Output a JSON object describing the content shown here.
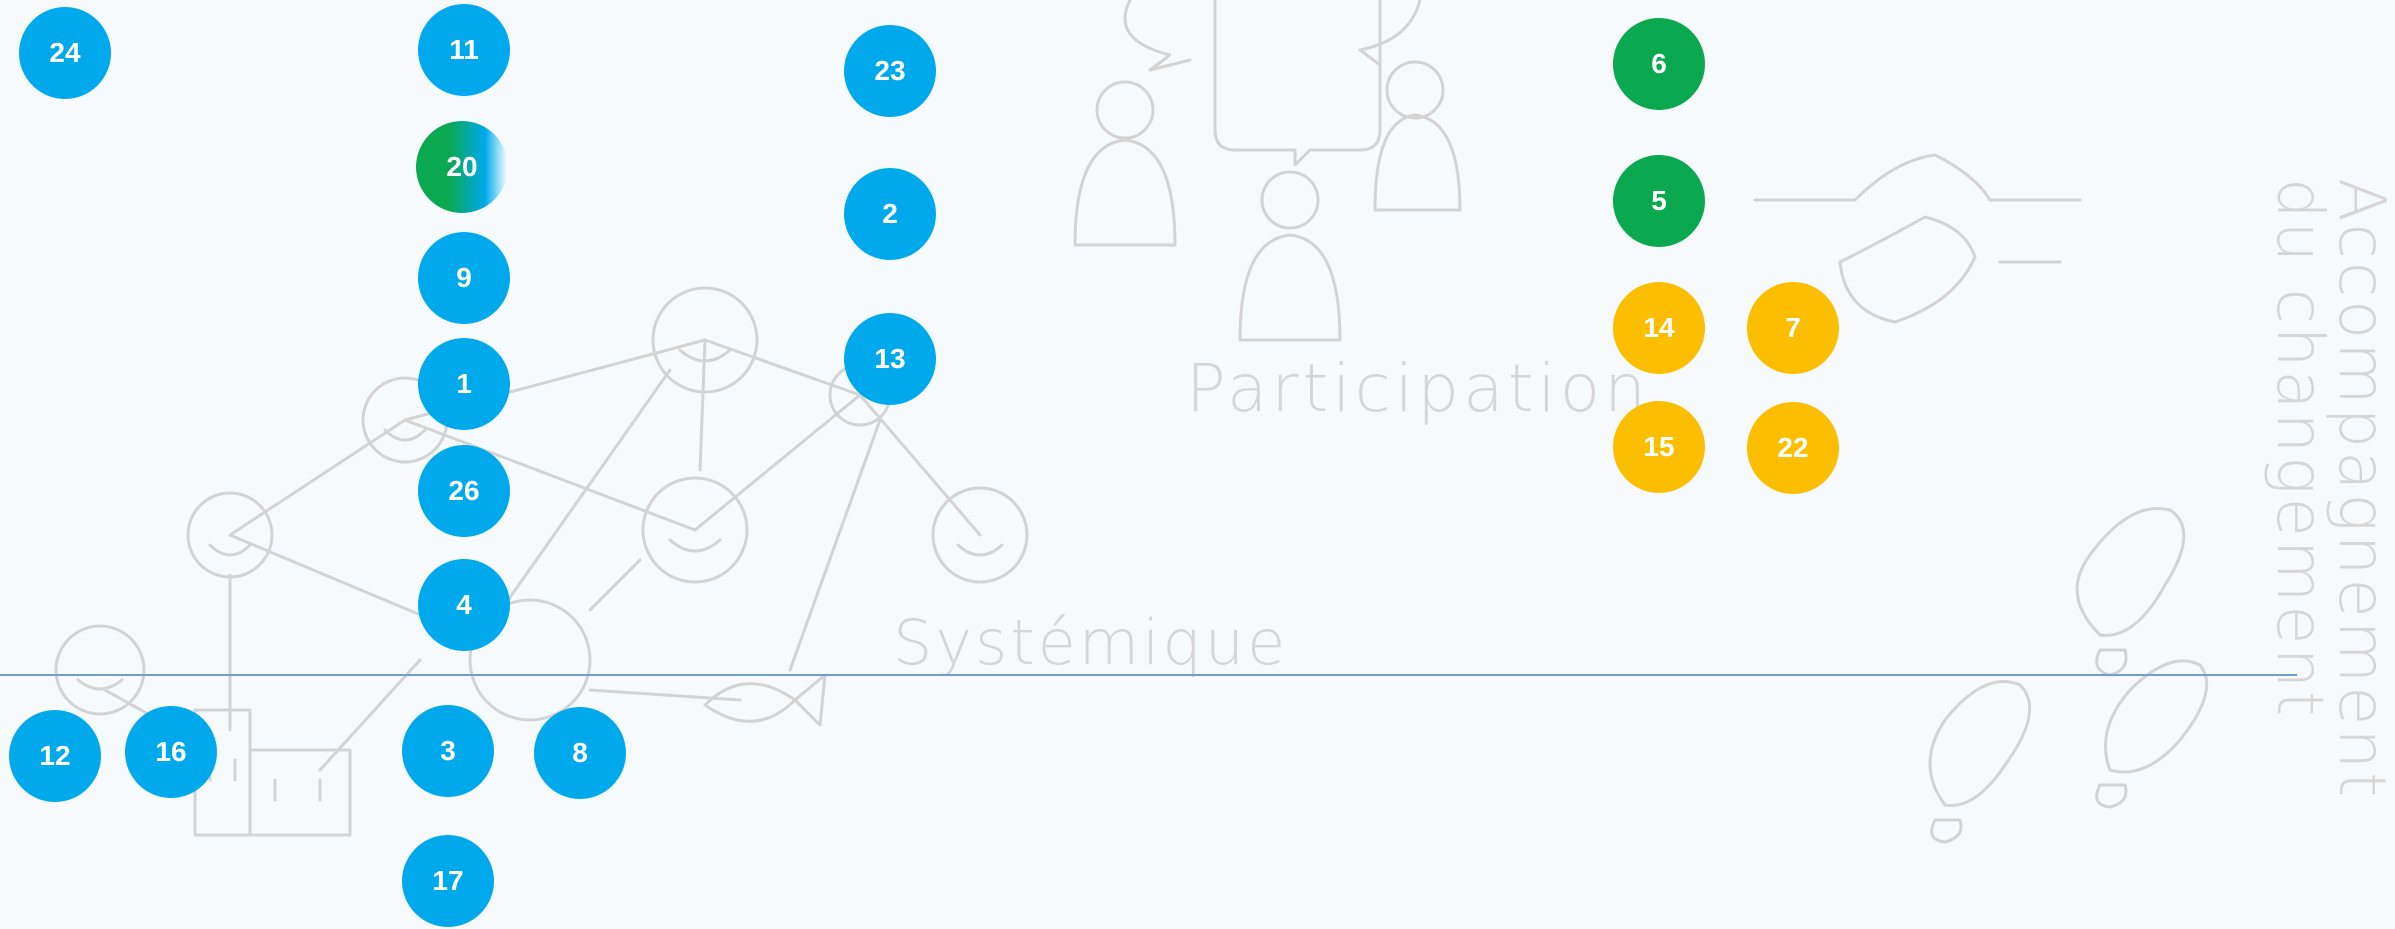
{
  "labels": {
    "participation": "Participation",
    "systemique": "Systémique",
    "accompagnement": "Accompagnement\ndu changement"
  },
  "badges": {
    "b24": "24",
    "b11": "11",
    "b23": "23",
    "b6": "6",
    "b20": "20",
    "b2": "2",
    "b5": "5",
    "b9": "9",
    "b14": "14",
    "b7": "7",
    "b1": "1",
    "b13": "13",
    "b15": "15",
    "b22": "22",
    "b26": "26",
    "b4": "4",
    "b12": "12",
    "b16": "16",
    "b3": "3",
    "b8": "8",
    "b17": "17"
  },
  "colors": {
    "blue": "#00a9ec",
    "green": "#0aa84f",
    "yellow": "#fbbe00",
    "divider": "#6f9ed1",
    "sketch": "#d3d3d3"
  }
}
